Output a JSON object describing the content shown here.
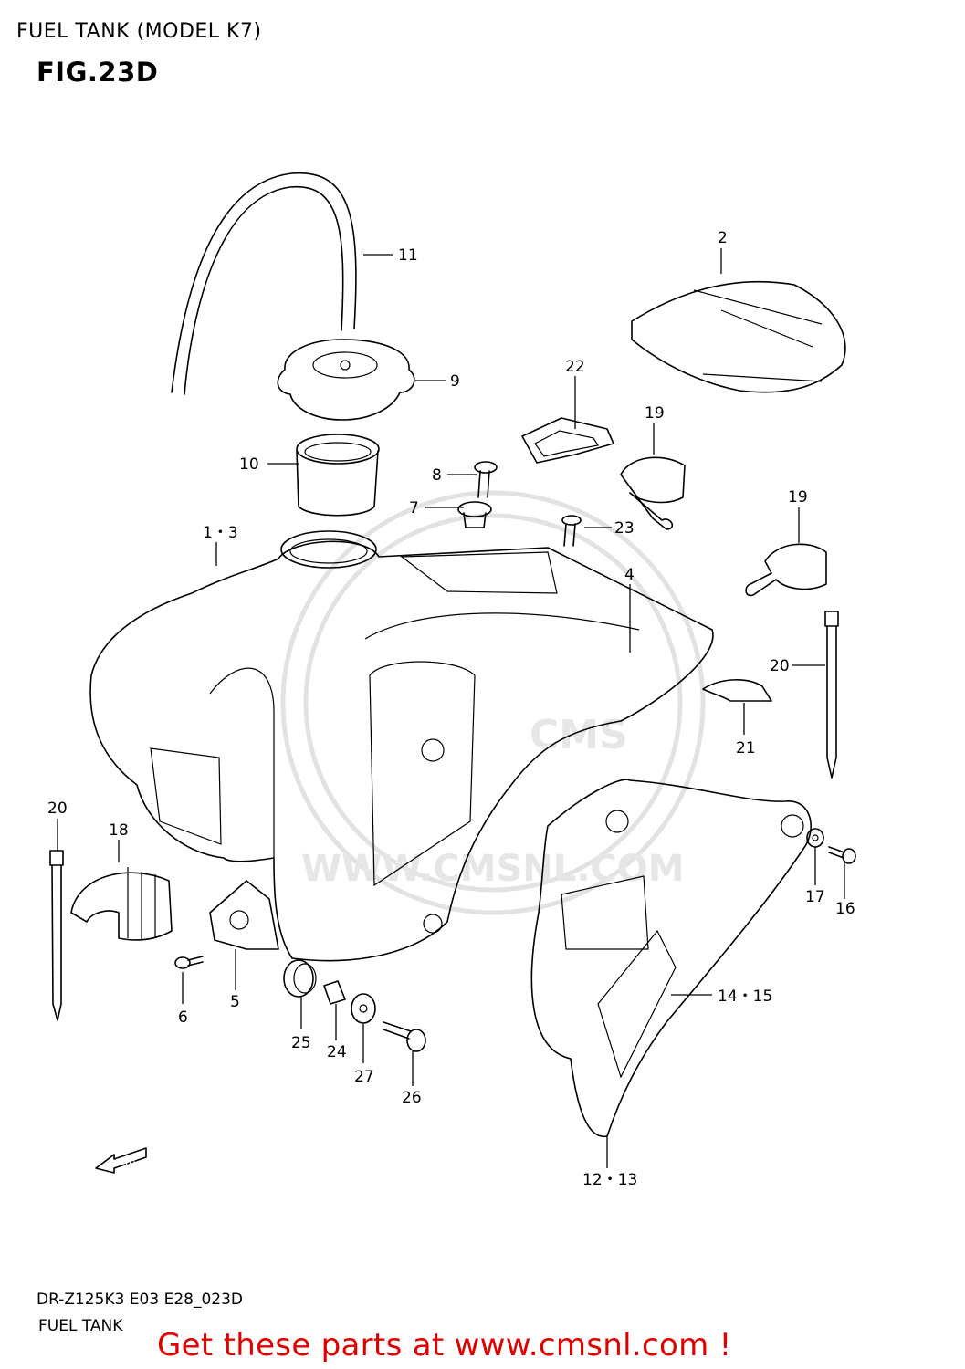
{
  "header": {
    "title": "FUEL TANK (MODEL K7)",
    "figure": "FIG.23D"
  },
  "watermark": {
    "text": "WWW.CMSNL.COM",
    "logo": "CMS"
  },
  "footer": {
    "code": "DR-Z125K3 E03 E28_023D",
    "caption": "FUEL TANK",
    "cta": "Get these parts at www.cmsnl.com !"
  },
  "fwd_label": "FWD",
  "callouts": {
    "c11": "11",
    "c2": "2",
    "c9": "9",
    "c22": "22",
    "c19a": "19",
    "c10": "10",
    "c8": "8",
    "c7": "7",
    "c23": "23",
    "c19b": "19",
    "c13": "1・3",
    "c4": "4",
    "c20a": "20",
    "c21": "21",
    "c20b": "20",
    "c18": "18",
    "c17": "17",
    "c16": "16",
    "c6": "6",
    "c5": "5",
    "c25": "25",
    "c24": "24",
    "c27": "27",
    "c26": "26",
    "c1415": "14・15",
    "c1213": "12・13"
  }
}
